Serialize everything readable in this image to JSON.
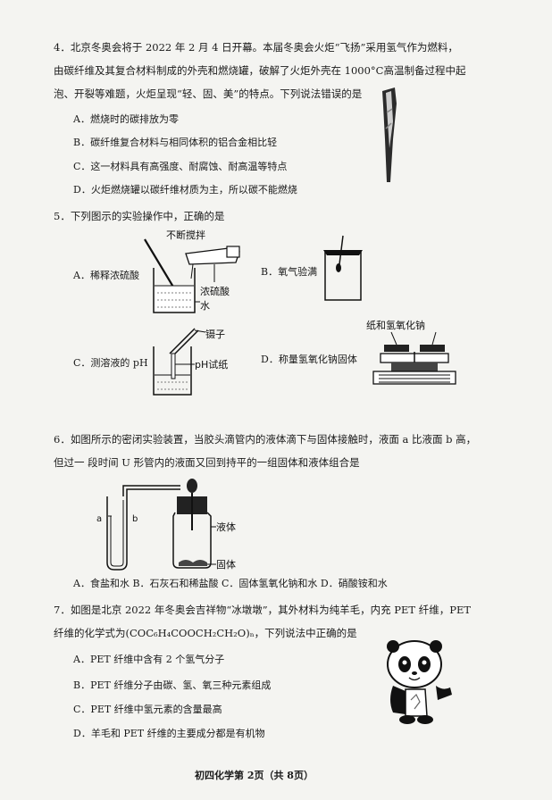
{
  "q4": {
    "line1": "4．北京冬奥会将于 2022 年 2 月 4 日开幕。本届冬奥会火炬“飞扬”采用氢气作为燃料，",
    "line2": "由碳纤维及其复合材料制成的外壳和燃烧罐，破解了火炬外壳在 1000°C高温制备过程中起",
    "line3": "泡、开裂等难题，火炬呈现“轻、固、美”的特点。下列说法错误的是",
    "options": [
      "A．燃烧时的碳排放为零",
      "B．碳纤维复合材料与相同体积的铝合金相比轻",
      "C．这一材料具有高强度、耐腐蚀、耐高温等特点",
      "D．火炬燃烧罐以碳纤维材质为主，所以碳不能燃烧"
    ]
  },
  "q5": {
    "stem": "5．下列图示的实验操作中，正确的是",
    "options": {
      "a": "A．稀释浓硫酸",
      "b": "B．氧气验满",
      "c": "C．测溶液的 pH",
      "d": "D．称量氢氧化钠固体"
    },
    "fig_a": {
      "stir": "不断搅拌",
      "acid": "浓硫酸",
      "water": "水"
    },
    "fig_c": {
      "tweezers": "镊子",
      "paper": "pH试纸"
    },
    "fig_d": {
      "label": "纸和氢氧化钠"
    }
  },
  "q6": {
    "line1": "6．如图所示的密闭实验装置，当胶头滴管内的液体滴下与固体接触时，液面 a 比液面 b 高，",
    "line2": "但过一 段时间 U 形管内的液面又回到持平的一组固体和液体组合是",
    "fig": {
      "a": "a",
      "b": "b",
      "liquid": "液体",
      "solid": "固体"
    },
    "options": "A．食盐和水    B．石灰石和稀盐酸    C．固体氢氧化钠和水    D．硝酸铵和水"
  },
  "q7": {
    "line1": "7．如图是北京 2022 年冬奥会吉祥物“冰墩墩”，其外材料为纯羊毛，内充 PET 纤维，PET",
    "line2": "纤维的化学式为(COC₆H₄COOCH₂CH₂O)ₙ，下列说法中正确的是",
    "options": [
      "A．PET 纤维中含有 2 个氢气分子",
      "B．PET 纤维分子由碳、氢、氧三种元素组成",
      "C．PET 纤维中氢元素的含量最高",
      "D．羊毛和 PET 纤维的主要成分都是有机物"
    ]
  },
  "footer": "初四化学第 2页（共 8页）"
}
